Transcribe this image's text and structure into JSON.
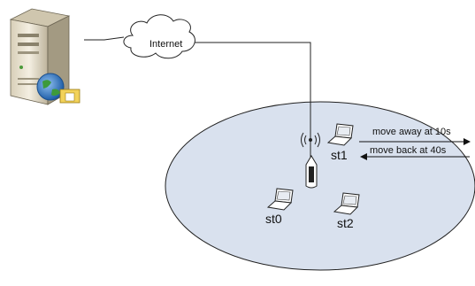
{
  "cloud": {
    "label": "Internet"
  },
  "stations": {
    "st0": "st0",
    "st1": "st1",
    "st2": "st2"
  },
  "arrows": {
    "away": "move away at 10s",
    "back": "move back at 40s"
  },
  "colors": {
    "coverage_fill": "#d9e1ee",
    "coverage_stroke": "#222222",
    "line": "#222222",
    "globe": "#2e6fbf",
    "server_body": "#efe8d8"
  },
  "icons": [
    "server-icon",
    "globe-icon",
    "cloud-icon",
    "access-point-icon",
    "laptop-icon"
  ]
}
